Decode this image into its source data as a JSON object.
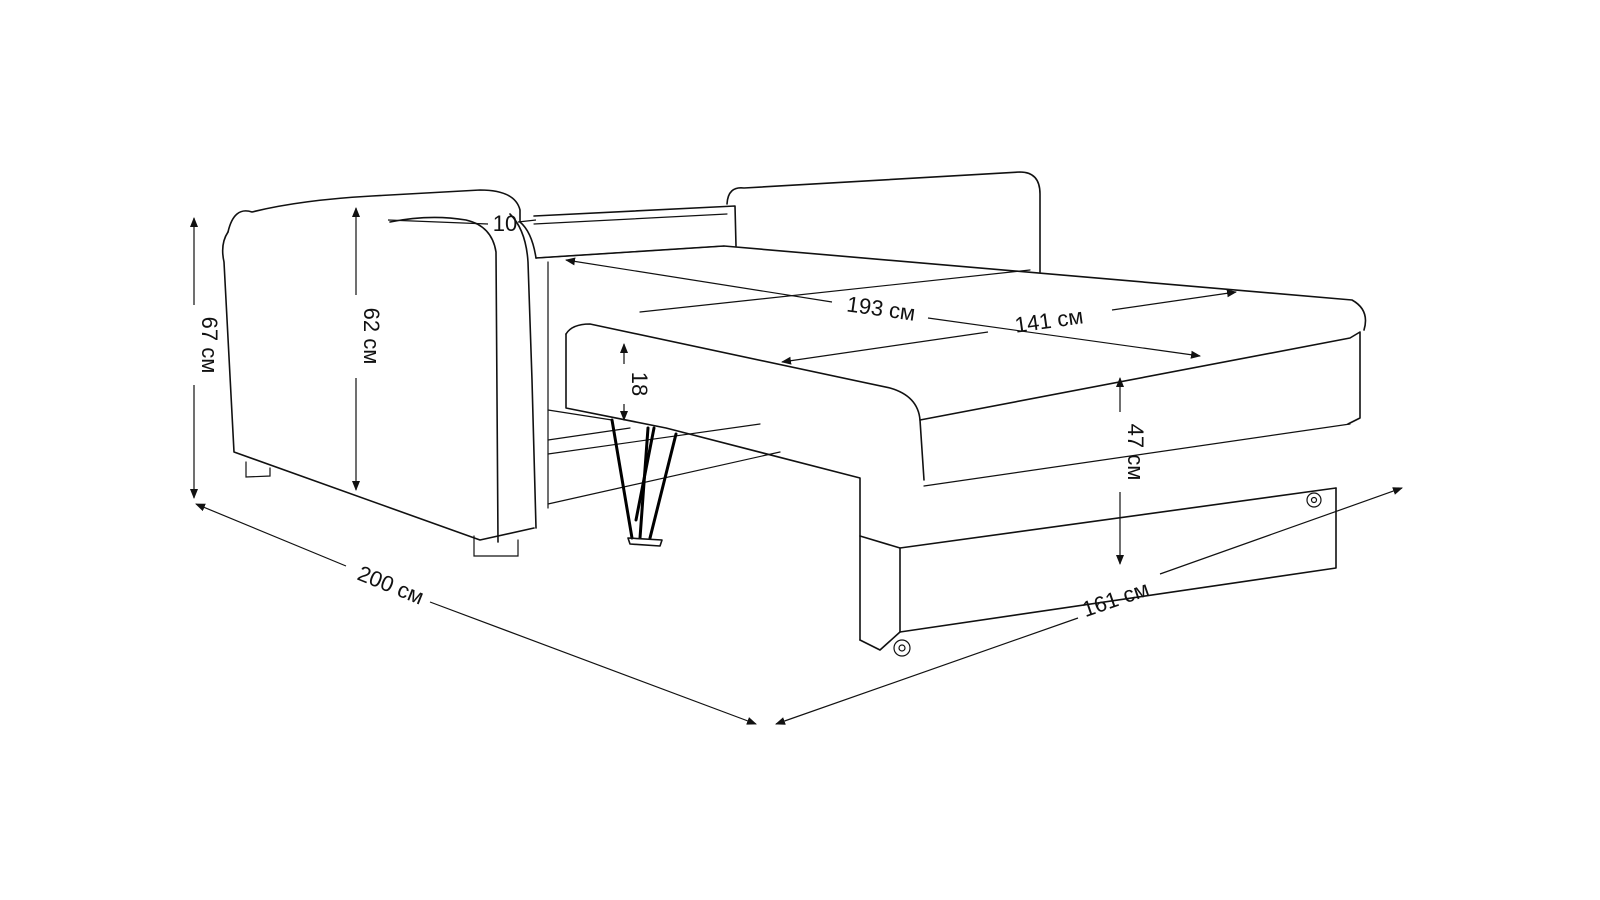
{
  "dimensions": {
    "total_height": "67 см",
    "backrest_height": "62 см",
    "armrest_width": "10",
    "bed_length": "193 см",
    "bed_width": "141 см",
    "leg_clearance": "18",
    "seat_height": "47 см",
    "overall_length": "200 см",
    "overall_depth": "161 см"
  },
  "colors": {
    "line": "#111111",
    "background": "#ffffff"
  }
}
